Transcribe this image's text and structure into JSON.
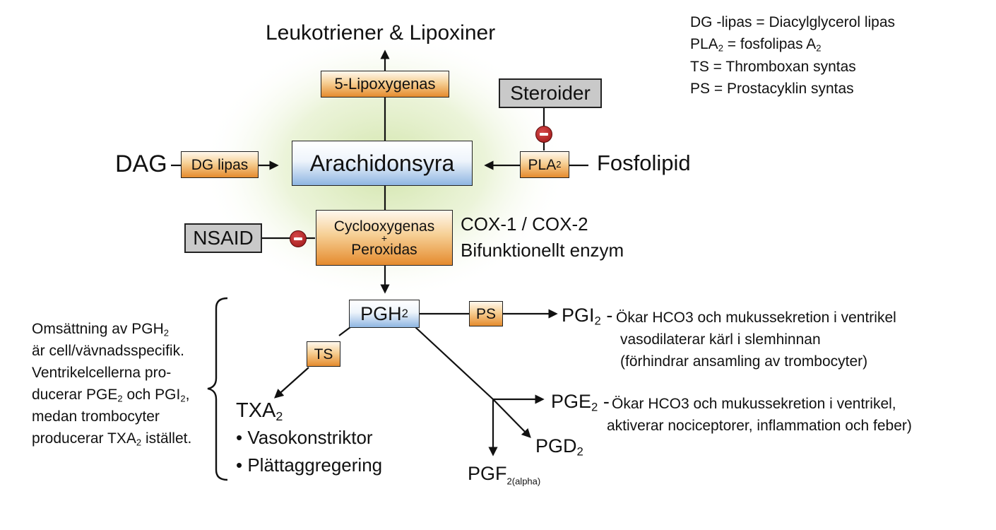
{
  "legend": {
    "line1": "DG -lipas = Diacylglycerol lipas",
    "line2_pre": "PLA",
    "line2_sub": "2",
    "line2_mid": " = fosfolipas A",
    "line2_sub2": "2",
    "line3": "TS = Thromboxan syntas",
    "line4": "PS = Prostacyklin syntas"
  },
  "nodes": {
    "leukotriener": "Leukotriener & Lipoxiner",
    "lipoxygenas": "5-Lipoxygenas",
    "steroider": "Steroider",
    "dag": "DAG",
    "dg_lipas": "DG lipas",
    "arachidonsyra": "Arachidonsyra",
    "pla": "PLA",
    "pla_sub": "2",
    "fosfolipid": "Fosfolipid",
    "nsaid": "NSAID",
    "cox_line1": "Cyclooxygenas",
    "cox_plus": "+",
    "cox_line2": "Peroxidas",
    "cox_types": "COX-1 / COX-2",
    "cox_desc": "Bifunktionellt enzym",
    "pgh": "PGH",
    "pgh_sub": "2",
    "ps": "PS",
    "ts": "TS",
    "pgi": "PGI",
    "pgi_sub": "2",
    "pgi_dash": " -",
    "pgi_desc1": "Ökar HCO3 och mukussekretion i ventrikel",
    "pgi_desc2": "vasodilaterar kärl i slemhinnan",
    "pgi_desc3": "(förhindrar ansamling av trombocyter)",
    "pge": "PGE",
    "pge_sub": "2",
    "pge_dash": " -",
    "pge_desc1": "Ökar HCO3 och mukussekretion i ventrikel,",
    "pge_desc2": "aktiverar nociceptorer, inflammation och feber)",
    "pgd": "PGD",
    "pgd_sub": "2",
    "pgf": "PGF",
    "pgf_sub": "2(alpha)",
    "txa": "TXA",
    "txa_sub": "2",
    "txa_bullet1": "• Vasokonstriktor",
    "txa_bullet2": "• Plättaggregering"
  },
  "side_note": {
    "l1_pre": "Omsättning av PGH",
    "l1_sub": "2",
    "l2": "är cell/vävnadsspecifik.",
    "l3": "Ventrikelcellerna pro-",
    "l4_pre": "ducerar PGE",
    "l4_sub": "2",
    "l4_mid": " och PGI",
    "l4_sub2": "2",
    "l4_post": ",",
    "l5": "medan trombocyter",
    "l6_pre": "producerar TXA",
    "l6_sub": "2",
    "l6_post": " istället."
  },
  "colors": {
    "enzyme_orange": "#e58b2e",
    "substrate_blue": "#8fb6e2",
    "inhibitor_grey": "#c9c9c9",
    "inhibitor_red": "#9c1515",
    "glow_green": "#cfe3a6"
  }
}
